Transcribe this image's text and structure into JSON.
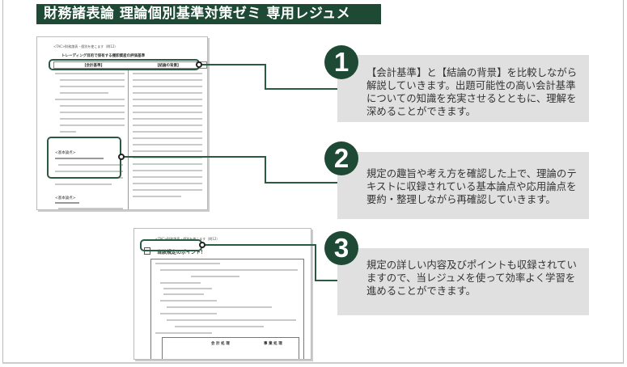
{
  "title": "財務諸表論 理論個別基準対策ゼミ 専用レジュメ",
  "doc1": {
    "header": "<TAC>財務諸表・個別を使こます（問12）",
    "heading": "トレーディング目的で保有する棚卸資産の評価基準",
    "col1": "【会計基準】",
    "col2": "【結論の背景】",
    "box1": "<基本論点>",
    "box2": "<基本論点>"
  },
  "doc2": {
    "header": "<TAC>財務諸表・個別を使こます（問12）",
    "heading": "当該規定のポイント！",
    "table_col1": "会 計 処 理",
    "table_col2": "事 業 処 理"
  },
  "panels": [
    {
      "number": "1",
      "text": "【会計基準】と【結論の背景】を比較しながら解説していきます。出題可能性の高い会計基準についての知識を充実させるとともに、理解を深めることができます。"
    },
    {
      "number": "2",
      "text": "規定の趣旨や考え方を確認した上で、理論のテキストに収録されている基本論点や応用論点を要約・整理しながら再確認していきます。"
    },
    {
      "number": "3",
      "text": "規定の詳しい内容及びポイントも収録されていますので、当レジュメを使って効率よく学習を進めることができます。"
    }
  ],
  "colors": {
    "brand": "#1e4a35",
    "panel": "#e0e0e0"
  }
}
